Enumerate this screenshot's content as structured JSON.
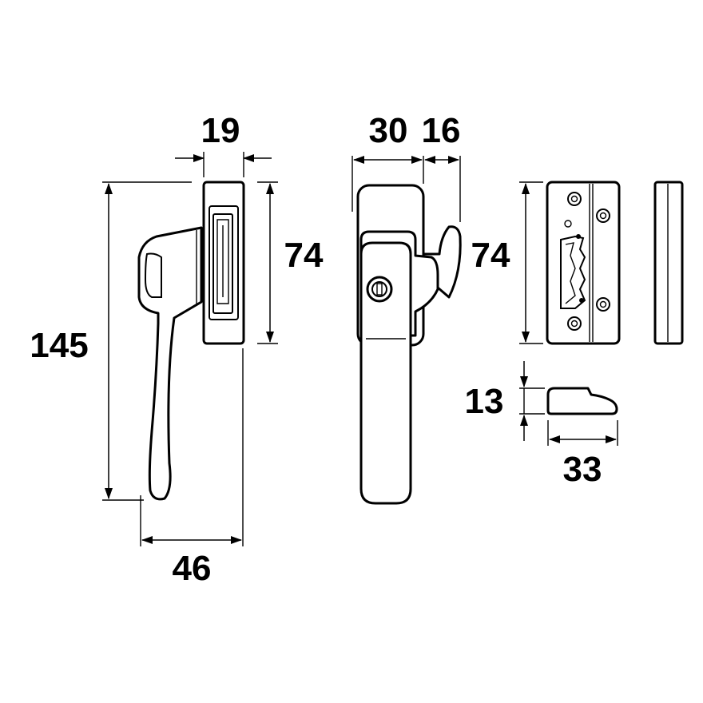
{
  "dimensions": {
    "handle_width_top": "19",
    "handle_height_base": "74",
    "overall_height": "145",
    "handle_reach": "46",
    "front_width": "30",
    "hook_offset": "16",
    "keeper_height": "74",
    "wedge_height": "13",
    "wedge_length": "33"
  },
  "colors": {
    "line": "#000000",
    "background": "#ffffff"
  }
}
